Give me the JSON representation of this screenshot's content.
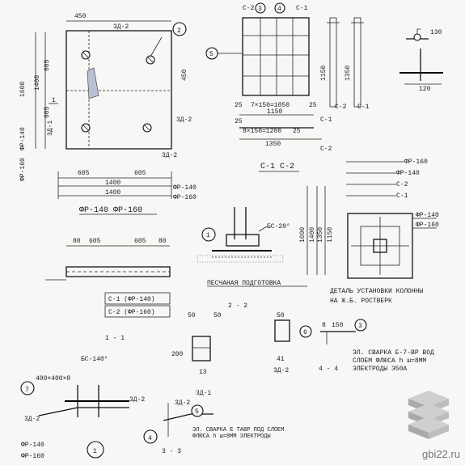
{
  "top_left": {
    "dims": [
      "450",
      "3Д-2",
      "605",
      "450",
      "1400",
      "1600",
      "605",
      "3Д-1",
      "1",
      "3Д-2",
      "3Д-2",
      "ФР-160",
      "ФР-140"
    ],
    "callouts": [
      "2",
      "1"
    ]
  },
  "top_right_plan": {
    "section_marks": [
      "С-2",
      "3",
      "4",
      "С-1"
    ],
    "dims": [
      "25",
      "7×150=1050",
      "25",
      "1150",
      "25",
      "8×150=1200",
      "25",
      "1350",
      "С-1",
      "С-2",
      "С-2",
      "С-1",
      "1150",
      "1350"
    ],
    "callout": "5"
  },
  "detail_130": {
    "dims": [
      "130",
      "120"
    ]
  },
  "mid_left": {
    "dims": [
      "605",
      "1400",
      "605",
      "1400",
      "1600",
      "ФР-140",
      "ФР-160"
    ],
    "title": "ФР-140  ФР-160"
  },
  "mid_center": {
    "label": "БС-20°",
    "bottom_label": "ПЕСЧАНАЯ ПОДГОТОВКА",
    "callout": "1"
  },
  "mid_right": {
    "title": "С-1  С-2",
    "dims": [
      "1600",
      "1400",
      "1350",
      "1150",
      "ФР-160",
      "ФР-140",
      "С-2",
      "С-1"
    ],
    "caption_line1": "ДЕТАЛЬ УСТАНОВКИ КОЛОННЫ",
    "caption_line2": "НА Ж.Б. РОСТВЕРК"
  },
  "row_lower": {
    "dims": [
      "80",
      "605",
      "605",
      "80"
    ],
    "box1": "С-1 (ФР-140)",
    "box2": "С-2 (ФР-160)"
  },
  "small_details": {
    "sec_11": "1 - 1",
    "sec_22": "2 - 2",
    "sec_44": "4 - 4",
    "n13": "13",
    "n41": "41",
    "zd2": "3Д-2",
    "dims": [
      "50",
      "50",
      "200",
      "50",
      "150",
      "8",
      "6"
    ]
  },
  "weld_note": {
    "lines": [
      "ЭЛ. СВАРКА Е-7-ВР ВОД",
      "СЛОЕМ ФЛЮСА h ш=8ММ",
      "ЭЛЕКТРОДЫ Э50А"
    ]
  },
  "bottom_left": {
    "labels": [
      "БС-140°",
      "400×400×8",
      "3Д-2",
      "3Д-2",
      "ФР-140",
      "ФР-160"
    ],
    "callouts": [
      "7",
      "1"
    ]
  },
  "bottom_center": {
    "labels": [
      "3Д-1",
      "3Д-2",
      "3 - 3"
    ],
    "note": "ЭЛ. СВАРКА Е ТАВР ПОД СЛОЕМ ФЛЮСА h ш=8ММ ЭЛЕКТРОДЫ",
    "callouts": [
      "4",
      "5"
    ]
  },
  "watermark": {
    "text": "gbi22.ru",
    "colors": [
      "#cfcfcf",
      "#bdbdbd",
      "#a9a9a9"
    ]
  }
}
